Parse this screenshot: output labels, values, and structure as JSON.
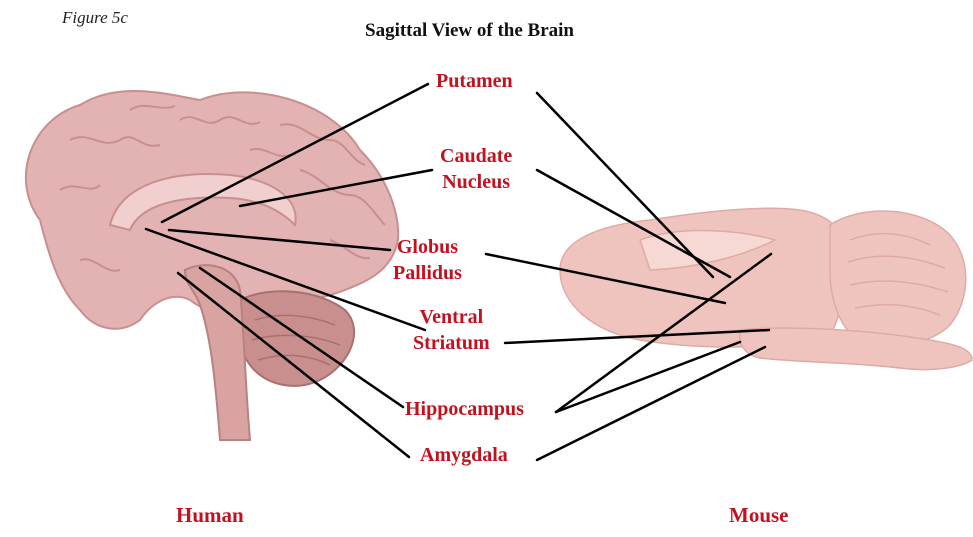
{
  "figure_label": "Figure 5c",
  "title": "Sagittal View of the Brain",
  "regions": {
    "putamen": "Putamen",
    "caudate": [
      "Caudate",
      "Nucleus"
    ],
    "globus": [
      "Globus",
      "Pallidus"
    ],
    "ventral": [
      "Ventral",
      "Striatum"
    ],
    "hippocampus": "Hippocampus",
    "amygdala": "Amygdala"
  },
  "species": {
    "human": "Human",
    "mouse": "Mouse"
  },
  "colors": {
    "label": "#c1121f",
    "human_brain": "#e2b3b2",
    "human_brain_dark": "#c98f8f",
    "mouse_brain": "#efc4bf",
    "connector": "#000000"
  }
}
